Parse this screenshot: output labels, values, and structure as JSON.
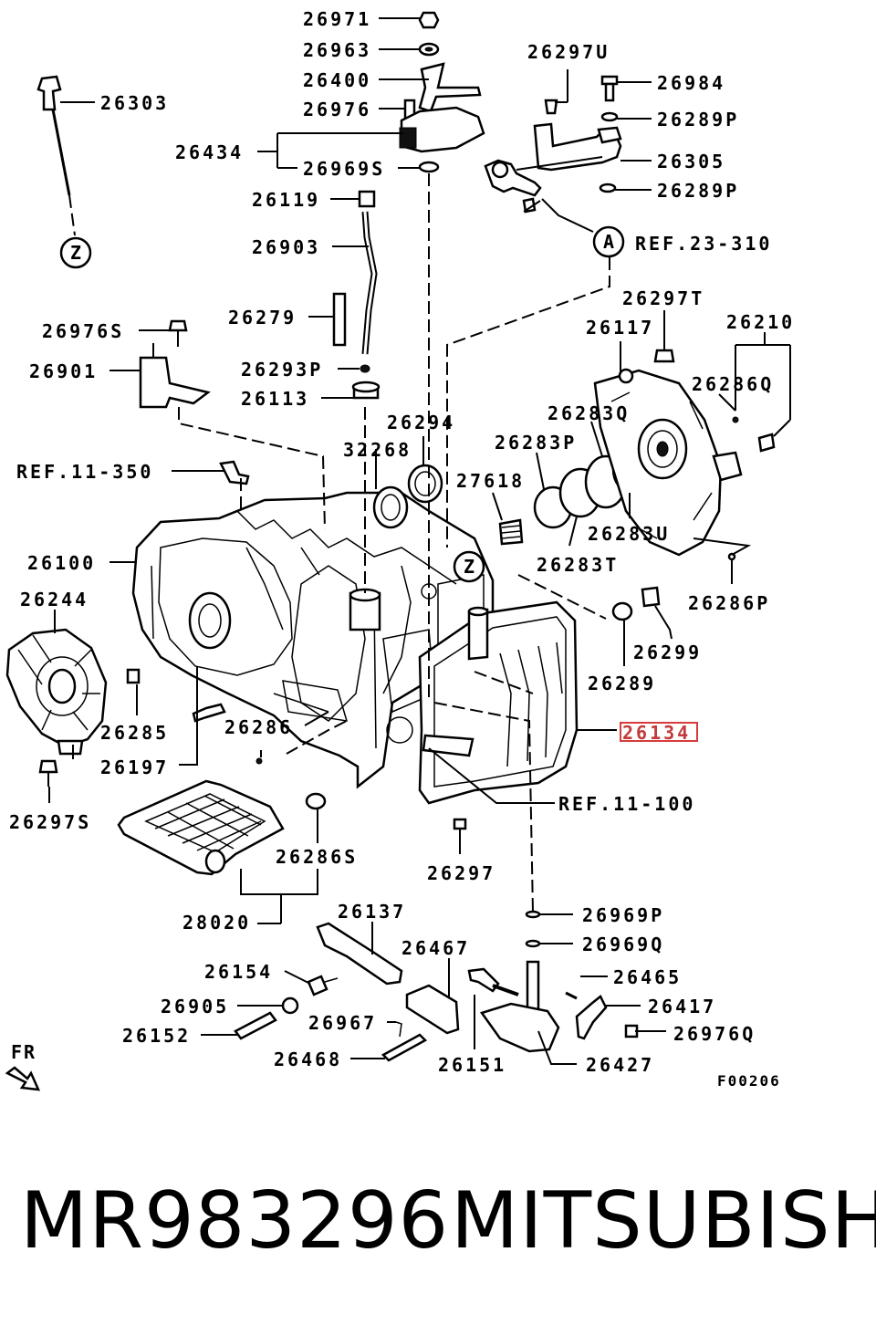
{
  "callouts": [
    "26971",
    "26963",
    "26400",
    "26976",
    "26434",
    "26969S",
    "26119",
    "26903",
    "26279",
    "26293P",
    "26113",
    "26303",
    "26976S",
    "26901",
    "REF.11-350",
    "26100",
    "26244",
    "26285",
    "26197",
    "26297S",
    "26286",
    "32268",
    "26294",
    "27618",
    "26283P",
    "26283Q",
    "26283T",
    "26283U",
    "26297U",
    "26984",
    "26289P",
    "26305",
    "26289P",
    "REF.23-310",
    "26297T",
    "26117",
    "26210",
    "26286Q",
    "26286P",
    "26299",
    "26289",
    "26134",
    "REF.11-100",
    "26297",
    "26286S",
    "28020",
    "26137",
    "26969P",
    "26969Q",
    "26467",
    "26465",
    "26417",
    "26976Q",
    "26154",
    "26905",
    "26967",
    "26152",
    "26468",
    "26151",
    "26427"
  ],
  "ref_circles": {
    "a": "A",
    "z": "Z"
  },
  "direction_label": "FR",
  "figure_code": "F00206",
  "highlight_color": "#d83b3b",
  "part_number": "MR983296",
  "brand": "MITSUBISHI"
}
